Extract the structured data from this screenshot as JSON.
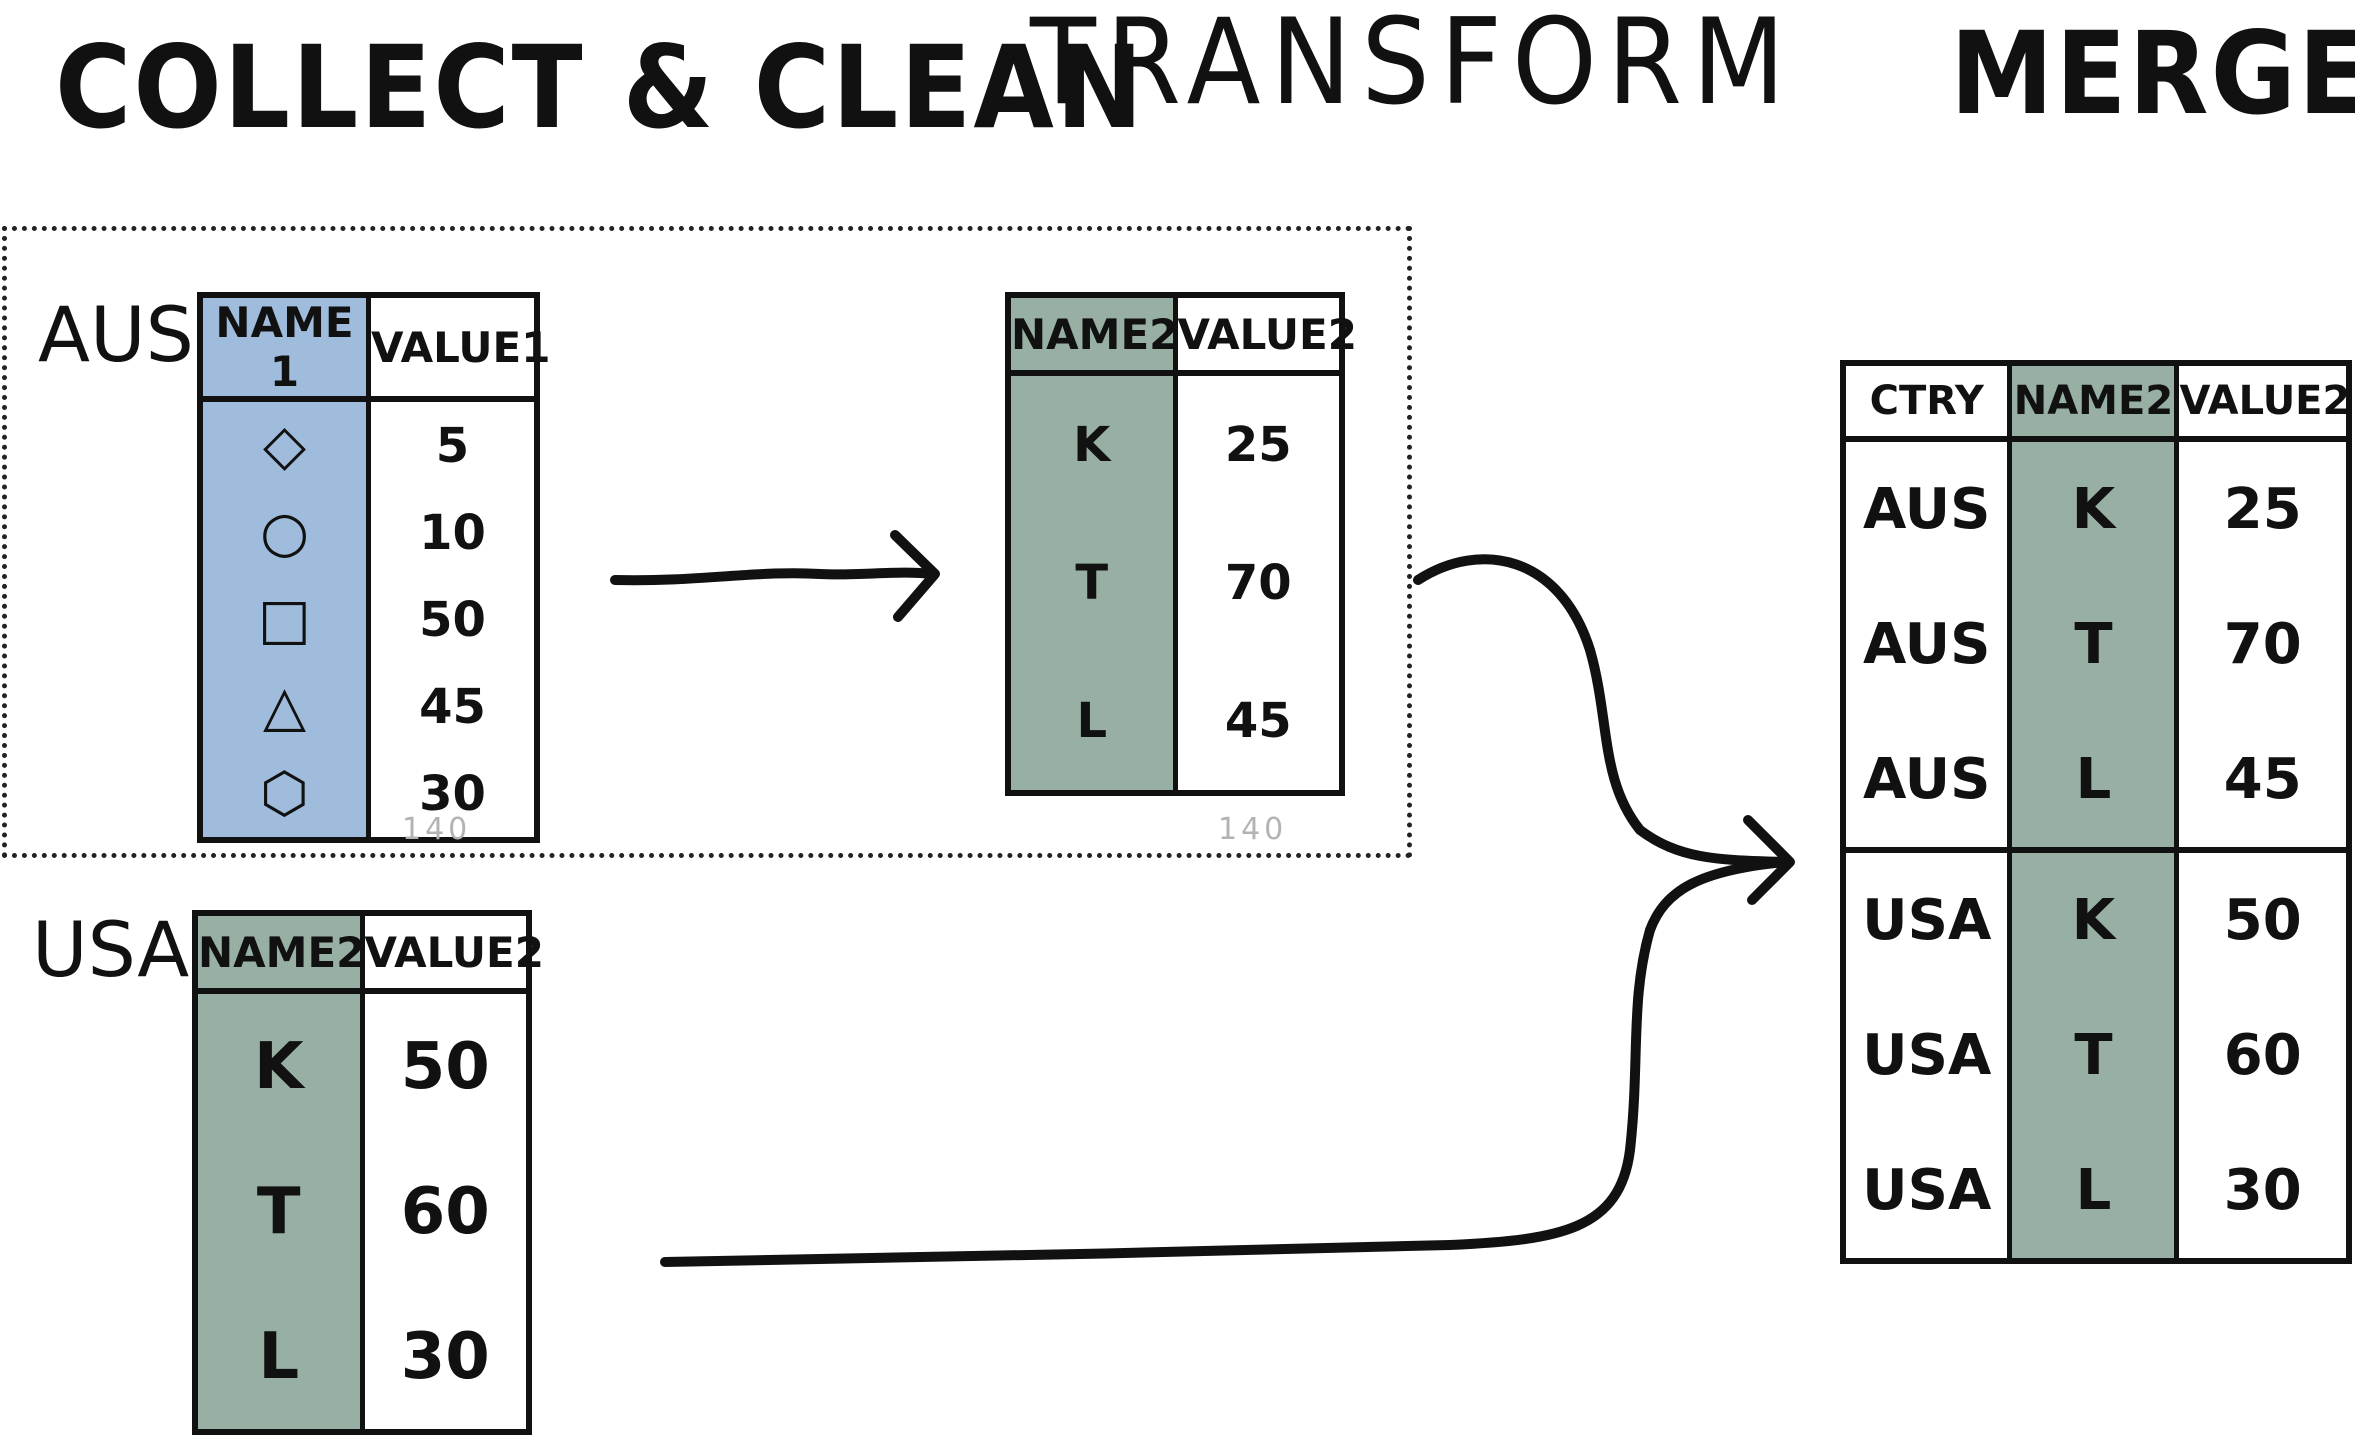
{
  "headers": {
    "collect": "COLLECT & CLEAN",
    "transform": "TRANSFORM",
    "merge": "MERGE"
  },
  "labels": {
    "aus": "AUS",
    "usa": "USA"
  },
  "aus_raw": {
    "columns": [
      "NAME 1",
      "VALUE1"
    ],
    "rows": [
      {
        "name": "◇",
        "value": "5"
      },
      {
        "name": "○",
        "value": "10"
      },
      {
        "name": "□",
        "value": "50"
      },
      {
        "name": "△",
        "value": "45"
      },
      {
        "name": "⬡",
        "value": "30"
      }
    ],
    "sum": "140"
  },
  "aus_transformed": {
    "columns": [
      "NAME2",
      "VALUE2"
    ],
    "rows": [
      {
        "name": "K",
        "value": "25"
      },
      {
        "name": "T",
        "value": "70"
      },
      {
        "name": "L",
        "value": "45"
      }
    ],
    "sum": "140"
  },
  "usa": {
    "columns": [
      "NAME2",
      "VALUE2"
    ],
    "rows": [
      {
        "name": "K",
        "value": "50"
      },
      {
        "name": "T",
        "value": "60"
      },
      {
        "name": "L",
        "value": "30"
      }
    ]
  },
  "merged": {
    "columns": [
      "CTRY",
      "NAME2",
      "VALUE2"
    ],
    "rows": [
      {
        "ctry": "AUS",
        "name": "K",
        "value": "25"
      },
      {
        "ctry": "AUS",
        "name": "T",
        "value": "70"
      },
      {
        "ctry": "AUS",
        "name": "L",
        "value": "45"
      },
      {
        "ctry": "USA",
        "name": "K",
        "value": "50"
      },
      {
        "ctry": "USA",
        "name": "T",
        "value": "60"
      },
      {
        "ctry": "USA",
        "name": "L",
        "value": "30"
      }
    ]
  },
  "colors": {
    "name1_highlight": "#9fbcdd",
    "name2_highlight": "#97b0a3"
  }
}
